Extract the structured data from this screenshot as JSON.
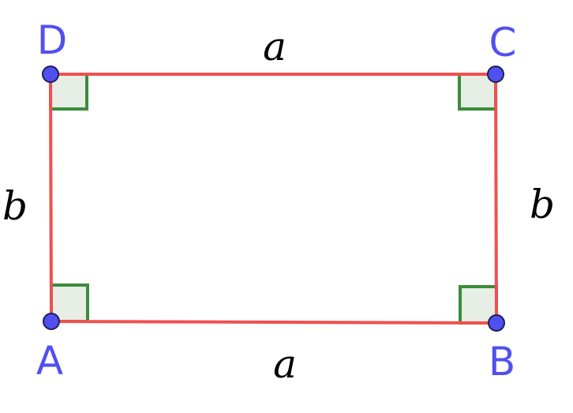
{
  "colors": {
    "rectangle_edge": "#f05050",
    "right_angle_fill": "#e6eee6",
    "right_angle_stroke": "#3c8c3c",
    "right_angle_inner": "#b43228",
    "vertex_fill": "#5050f0",
    "vertex_stroke": "#1e1e5a",
    "vertex_label": "#5050f0",
    "side_label": "#000000"
  },
  "vertices": {
    "A": {
      "label": "A"
    },
    "B": {
      "label": "B"
    },
    "C": {
      "label": "C"
    },
    "D": {
      "label": "D"
    }
  },
  "sides": {
    "top": {
      "label": "a"
    },
    "bottom": {
      "label": "a"
    },
    "left": {
      "label": "b"
    },
    "right": {
      "label": "b"
    }
  }
}
